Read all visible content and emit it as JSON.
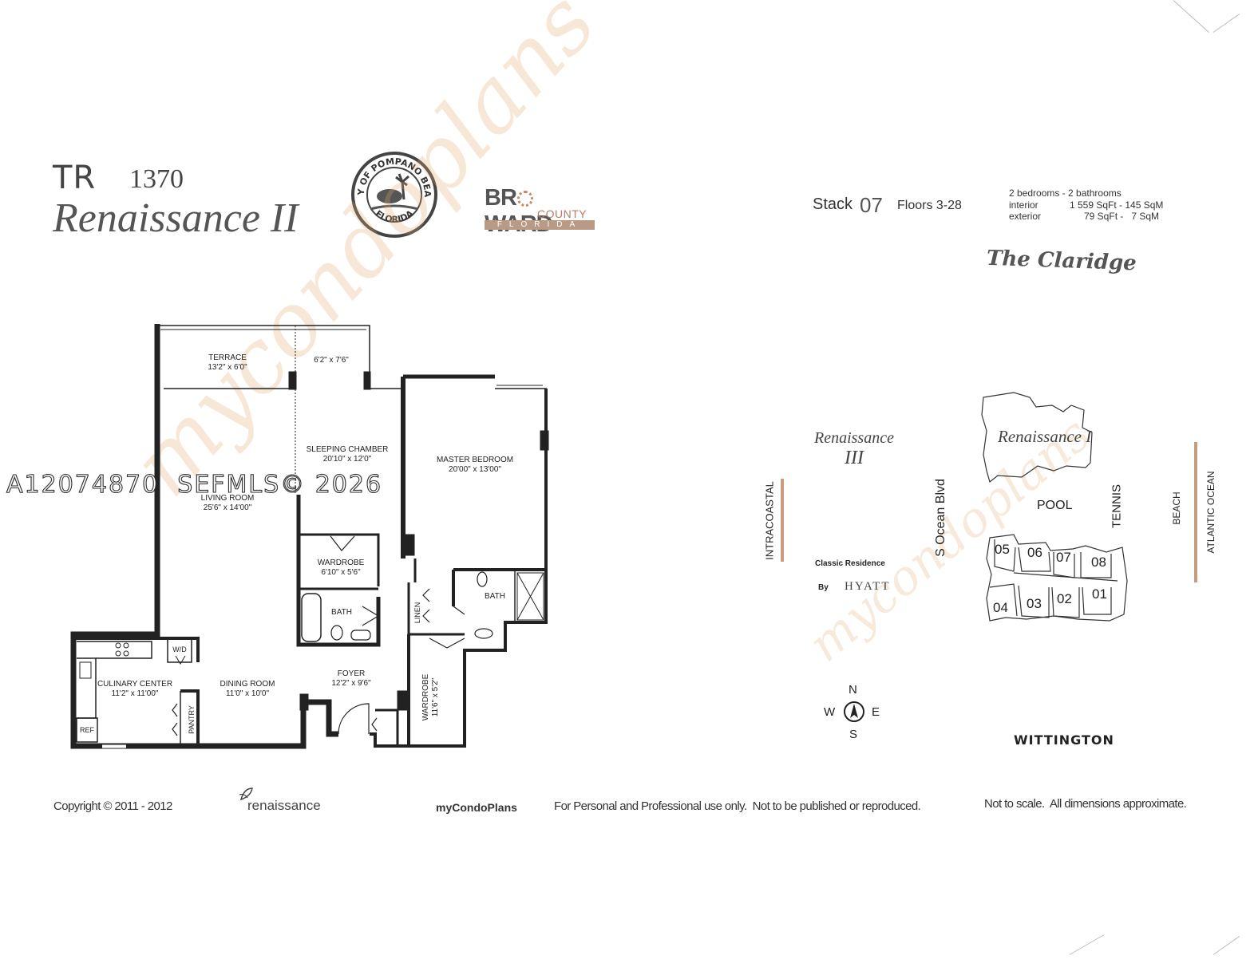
{
  "title": {
    "code": "TR",
    "number": "1370",
    "name": "Renaissance II"
  },
  "city_seal": {
    "top": "CITY OF POMPANO BEACH",
    "bottom": "FLORIDA"
  },
  "county_logo": {
    "line1_a": "BR",
    "line1_b": "WARD",
    "line2": "COUNTY",
    "line3": "FLORIDA"
  },
  "stack": {
    "label": "Stack",
    "number": "07",
    "floors": "Floors 3-28"
  },
  "specs": {
    "line1": "2 bedrooms - 2 bathrooms",
    "interior_label": "interior",
    "interior_value": "1 559 SqFt - 145 SqM",
    "exterior_label": "exterior",
    "exterior_value": "79 SqFt -   7 SqM"
  },
  "claridge": "The Claridge",
  "rooms": {
    "terrace": {
      "name": "TERRACE",
      "dim": "13'2\" x 6'0\""
    },
    "balcony": {
      "dim": "6'2\" x 7'6\""
    },
    "sleeping": {
      "name": "SLEEPING CHAMBER",
      "dim": "20'10\" x 12'0\""
    },
    "master": {
      "name": "MASTER BEDROOM",
      "dim": "20'00\" x 13'00\""
    },
    "living": {
      "name": "LIVING ROOM",
      "dim": "25'6\" x 14'00\""
    },
    "wardrobe1": {
      "name": "WARDROBE",
      "dim": "6'10\" x 5'6\""
    },
    "bath1": "BATH",
    "bath2": "BATH",
    "linen": "LINEN",
    "culinary": {
      "name": "CULINARY CENTER",
      "dim": "11'2\" x 11'00\""
    },
    "dining": {
      "name": "DINING ROOM",
      "dim": "11'0\" x 10'0\""
    },
    "foyer": {
      "name": "FOYER",
      "dim": "12'2\" x 9'6\""
    },
    "wardrobe2": {
      "name": "WARDROBE",
      "dim": "11'6\" x 5'2\""
    },
    "wd": "W/D",
    "pantry": "PANTRY",
    "ref": "REF"
  },
  "site_plan": {
    "renaissance3_a": "Renaissance",
    "renaissance3_b": "III",
    "renaissance1": "Renaissance I",
    "intracoastal": "INTRACOASTAL",
    "ocean_blvd": "S Ocean Blvd",
    "pool": "POOL",
    "tennis": "TENNIS",
    "beach": "BEACH",
    "atlantic": "ATLANTIC OCEAN",
    "classic": "Classic Residence",
    "by": "By",
    "hyatt": "HYATT",
    "wittington": "WITTINGTON",
    "units": [
      "05",
      "06",
      "07",
      "08",
      "04",
      "03",
      "02",
      "01"
    ]
  },
  "compass": {
    "n": "N",
    "s": "S",
    "e": "E",
    "w": "W"
  },
  "footer": {
    "copyright": "Copyright © 2011 - 2012",
    "renaissance_logo": "renaissance",
    "mycondoplans": "myCondoPlans",
    "disclaimer": "For Personal and Professional use only.  Not to be published or reproduced.",
    "scale": "Not to scale.  All dimensions approximate."
  },
  "mls_watermark": "A12074870  SEFMLS© 2026",
  "diagonal_watermark": "mycondoplans"
}
